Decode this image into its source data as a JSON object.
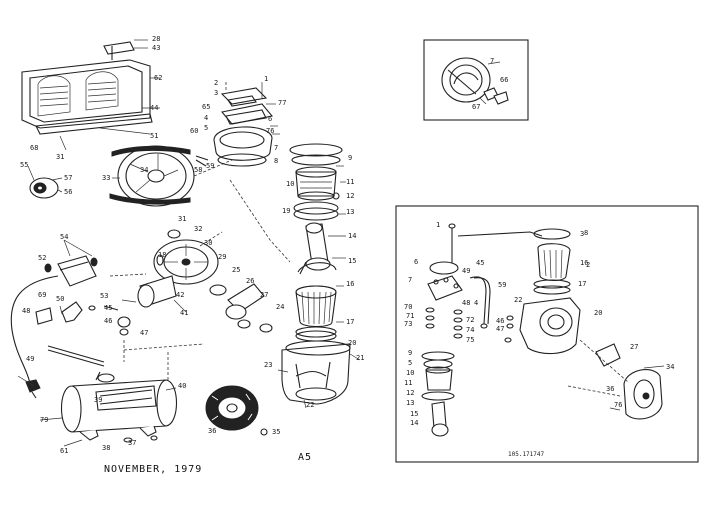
{
  "footer": {
    "date": "NOVEMBER, 1979",
    "page": "A5"
  },
  "inset_detail": {
    "labels": [
      "7",
      "66",
      "67"
    ]
  },
  "main_diagram": {
    "labels": [
      "28",
      "43",
      "62",
      "44",
      "51",
      "68",
      "31",
      "55",
      "57",
      "56",
      "33",
      "34",
      "58",
      "59",
      "60",
      "2",
      "3",
      "4",
      "5",
      "1",
      "77",
      "6",
      "76",
      "7",
      "8",
      "9",
      "10",
      "11",
      "12",
      "13",
      "19",
      "14",
      "15",
      "16",
      "17",
      "20",
      "21",
      "22",
      "23",
      "25",
      "26",
      "27",
      "24",
      "18",
      "29",
      "30",
      "31",
      "32",
      "42",
      "41",
      "45",
      "46",
      "47",
      "54",
      "52",
      "69",
      "50",
      "53",
      "48",
      "49",
      "39",
      "40",
      "79",
      "36",
      "35",
      "37",
      "38",
      "61",
      "65"
    ]
  },
  "subassembly": {
    "part_no": "105.171747",
    "labels": [
      "1",
      "2",
      "3",
      "4",
      "5",
      "6",
      "7",
      "8",
      "9",
      "10",
      "11",
      "12",
      "13",
      "14",
      "15",
      "16",
      "17",
      "20",
      "22",
      "27",
      "34",
      "36",
      "45",
      "46",
      "47",
      "48",
      "49",
      "59",
      "70",
      "71",
      "72",
      "73",
      "74",
      "75",
      "76"
    ]
  }
}
